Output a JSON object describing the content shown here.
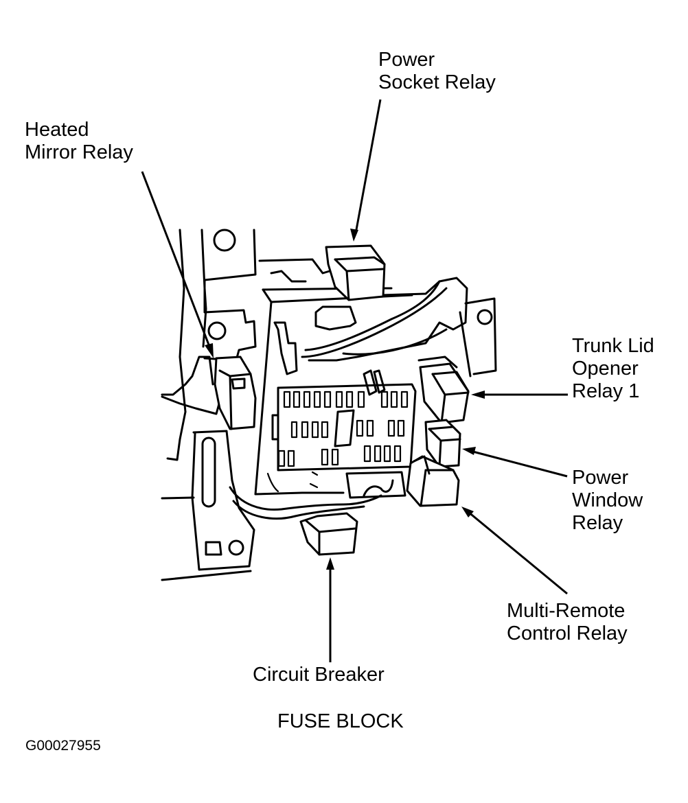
{
  "diagram": {
    "title": "FUSE BLOCK",
    "figure_id": "G00027955",
    "labels": {
      "heated_mirror_relay": [
        "Heated",
        "Mirror Relay"
      ],
      "power_socket_relay": [
        "Power",
        "Socket Relay"
      ],
      "trunk_lid_opener_relay_1": [
        "Trunk Lid",
        "Opener",
        "Relay 1"
      ],
      "power_window_relay": [
        "Power",
        "Window",
        "Relay"
      ],
      "multi_remote_control_relay": [
        "Multi-Remote",
        "Control Relay"
      ],
      "circuit_breaker": [
        "Circuit Breaker"
      ]
    },
    "colors": {
      "ink": "#000000",
      "background": "#ffffff"
    }
  }
}
